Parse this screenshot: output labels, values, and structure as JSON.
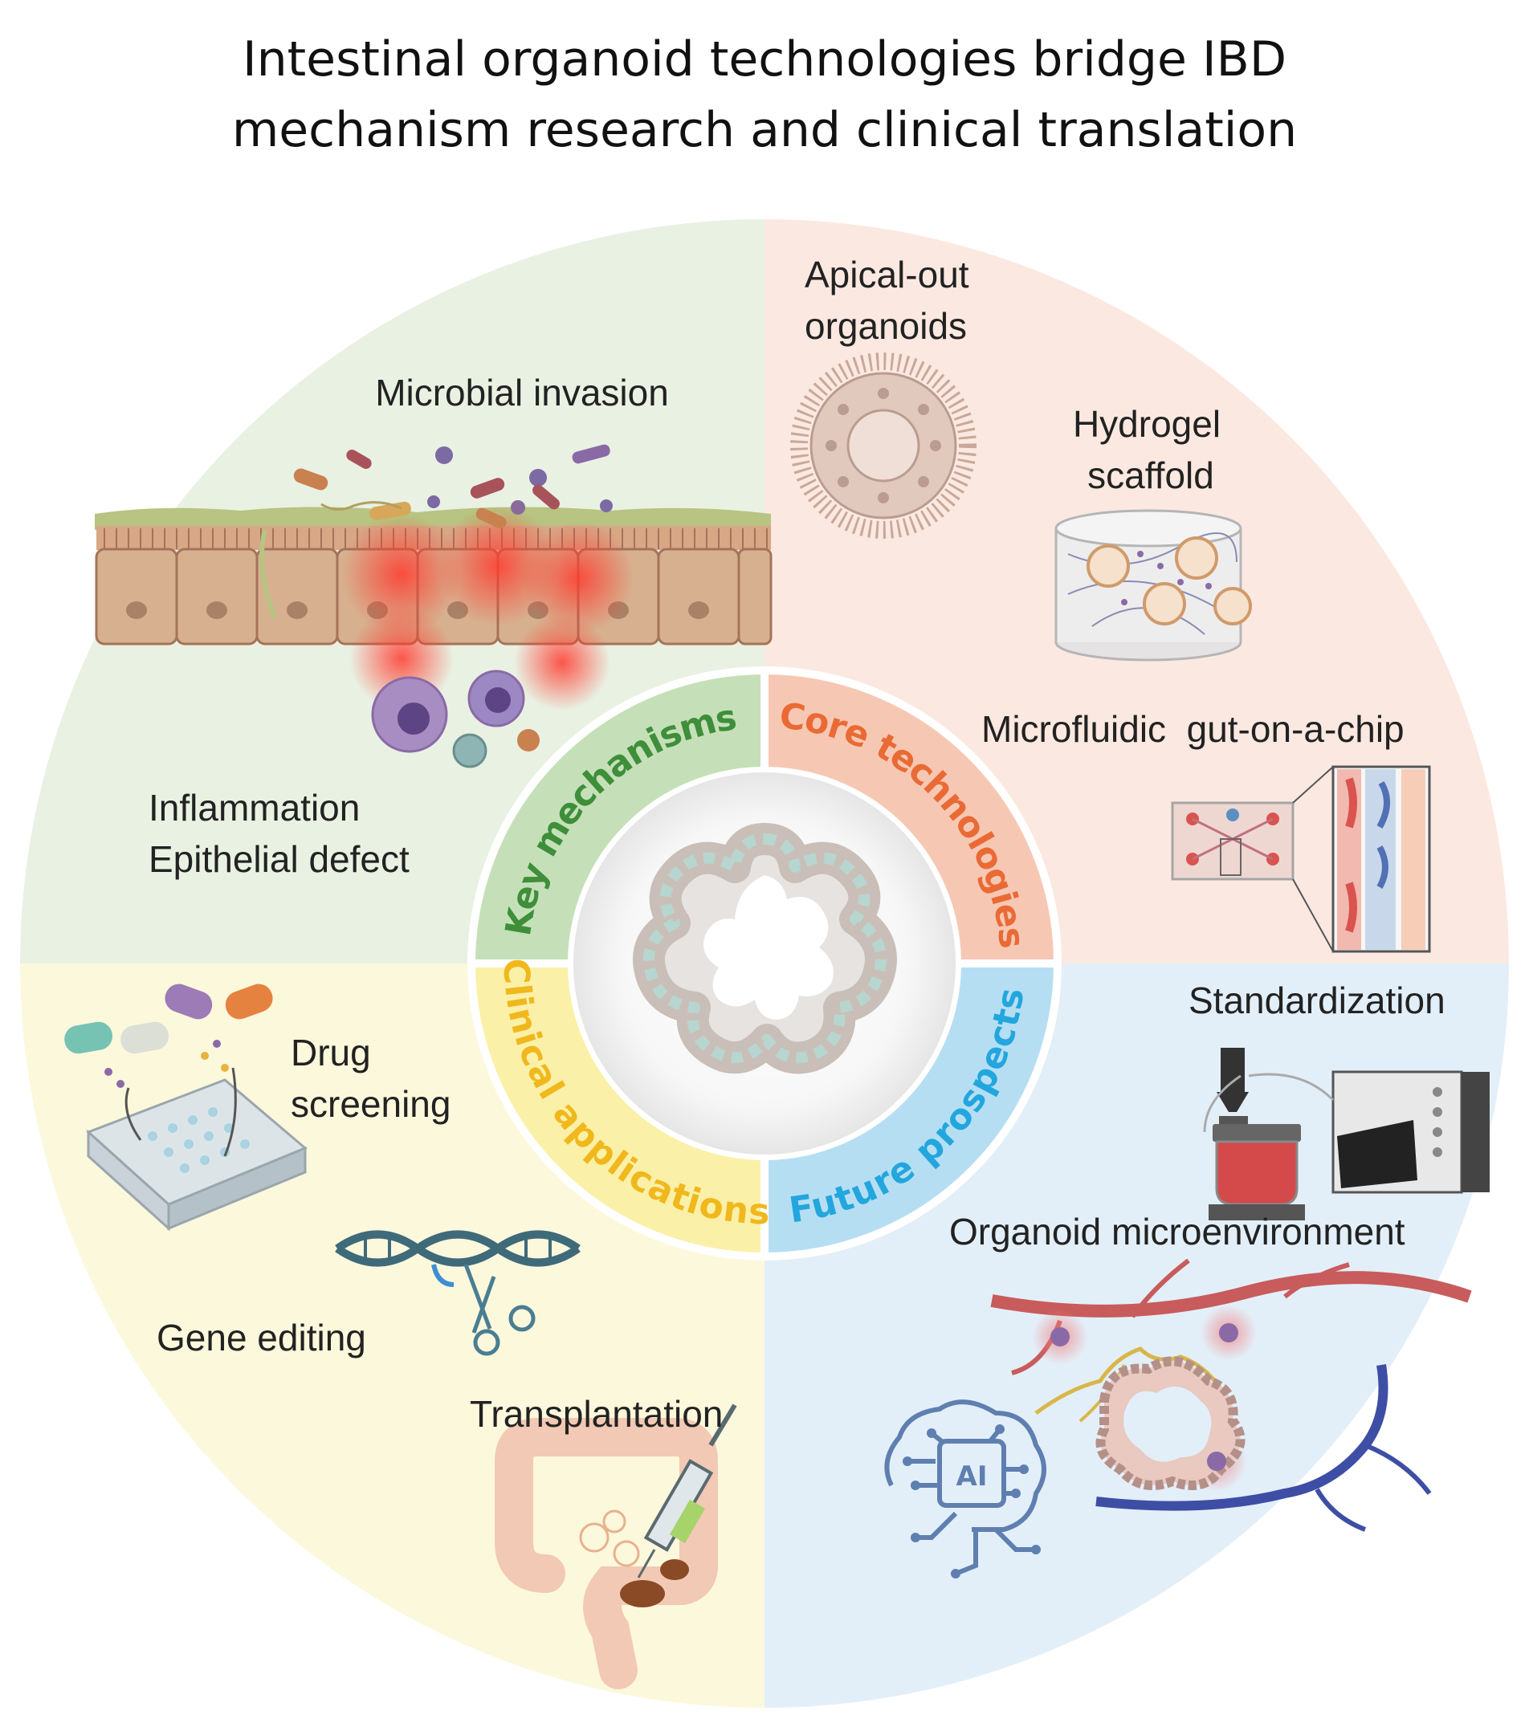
{
  "title": {
    "line1": "Intestinal organoid technologies bridge IBD",
    "line2": "mechanism research and clinical translation"
  },
  "ring": {
    "key_mechanisms": "Key mechanisms",
    "core_technologies": "Core technologies",
    "clinical_applications": "Clinical applications",
    "future_prospects": "Future prospects"
  },
  "quadrants": {
    "key_mechanisms": {
      "microbial_invasion": "Microbial invasion",
      "inflammation": "Inflammation",
      "epithelial_defect": "Epithelial defect"
    },
    "core_technologies": {
      "apical_out_1": "Apical-out",
      "apical_out_2": "organoids",
      "hydrogel_1": "Hydrogel",
      "hydrogel_2": "scaffold",
      "microfluidic": "Microfluidic  gut-on-a-chip"
    },
    "clinical_applications": {
      "drug_1": "Drug",
      "drug_2": "screening",
      "gene_editing": "Gene editing",
      "transplantation": "Transplantation"
    },
    "future_prospects": {
      "standardization": "Standardization",
      "microenvironment": "Organoid microenvironment",
      "ai_chip": "AI"
    }
  },
  "colors": {
    "key_mechanisms_bg": "#e9f1e3",
    "key_mechanisms_ring": "#c5e0b8",
    "key_mechanisms_text": "#3e8e3a",
    "core_technologies_bg": "#fbe9e1",
    "core_technologies_ring": "#f6c8b3",
    "core_technologies_text": "#ea6a35",
    "clinical_applications_bg": "#fcf8dc",
    "clinical_applications_ring": "#fbf0a8",
    "clinical_applications_text": "#f0b81c",
    "future_prospects_bg": "#e3eff8",
    "future_prospects_ring": "#b6def3",
    "future_prospects_text": "#22a6dd"
  }
}
